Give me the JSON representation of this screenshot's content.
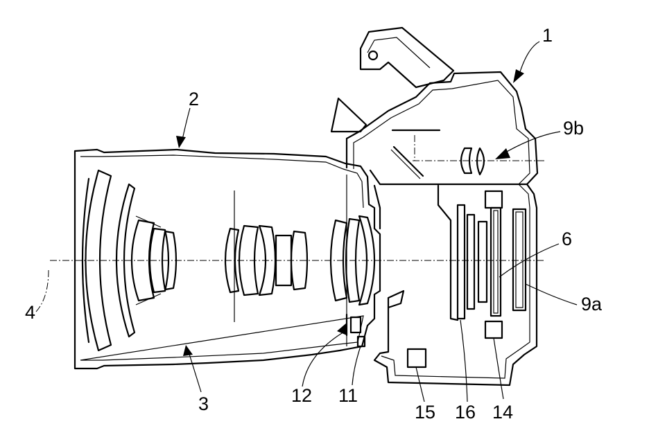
{
  "figure": {
    "labels": {
      "camera_body": "1",
      "lens_barrel": "2",
      "imaging_optics": "3",
      "optical_axis": "4",
      "image_sensor": "6",
      "rear_display": "9a",
      "viewfinder_eyepiece": "9b",
      "component_11": "11",
      "component_12": "12",
      "component_14": "14",
      "component_15": "15",
      "component_16": "16"
    }
  }
}
